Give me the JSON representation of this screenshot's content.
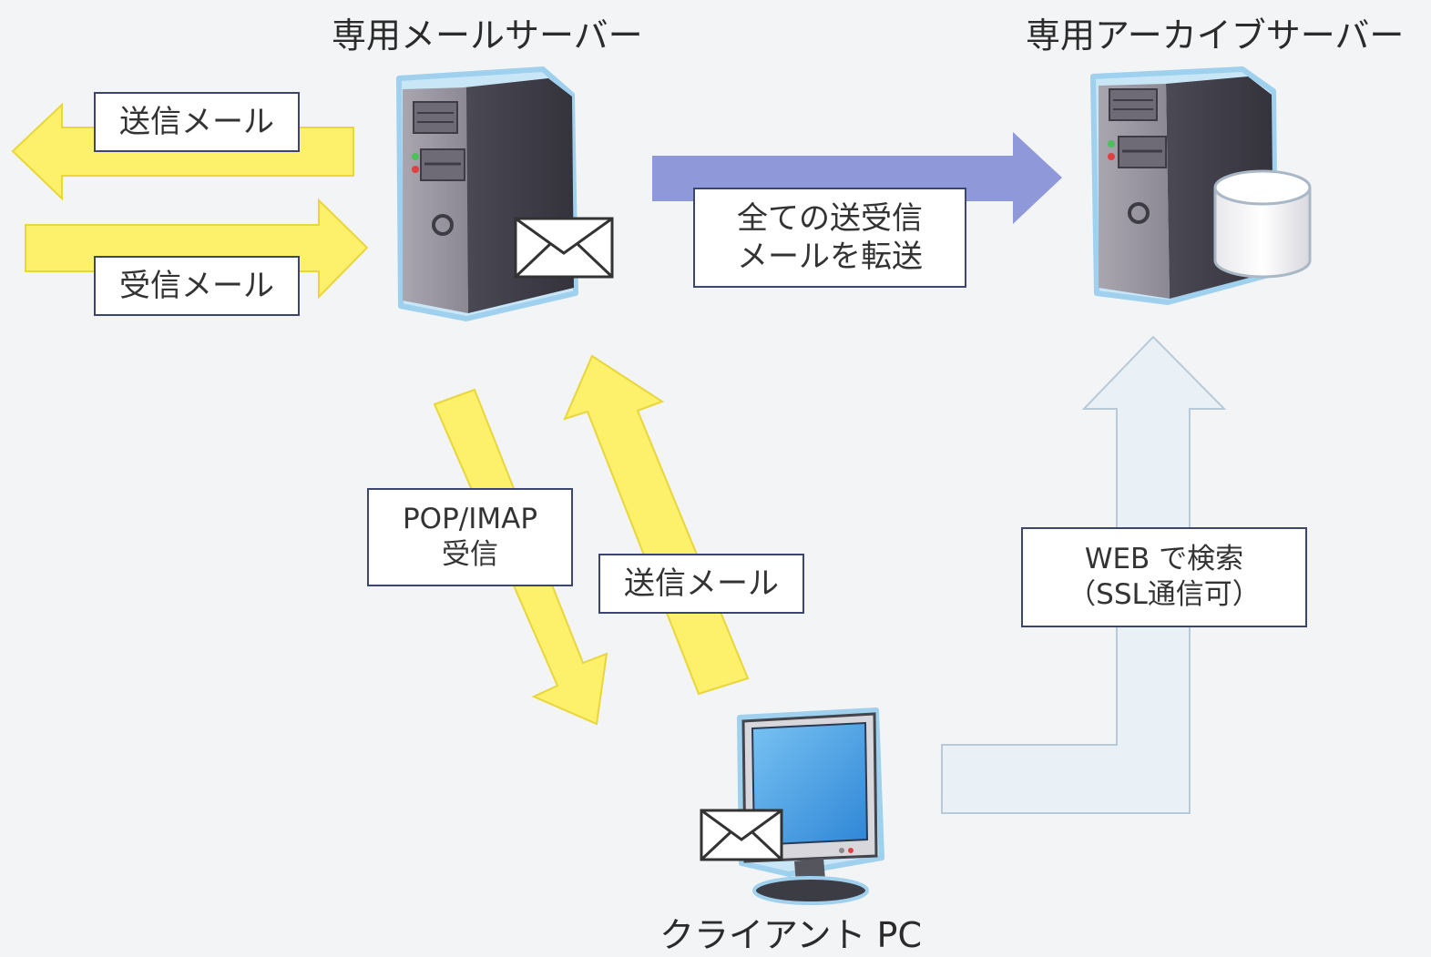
{
  "nodes": {
    "mail_server": {
      "title": "専用メールサーバー"
    },
    "archive_server": {
      "title": "専用アーカイブサーバー"
    },
    "client_pc": {
      "title": "クライアント PC"
    }
  },
  "labels": {
    "outgoing_mail": "送信メール",
    "incoming_mail": "受信メール",
    "forward_all": {
      "line1": "全ての送受信",
      "line2": "メールを転送"
    },
    "pop_imap": {
      "line1": "POP/IMAP",
      "line2": "受信"
    },
    "client_send": "送信メール",
    "web_search": {
      "line1": "WEB で検索",
      "line2": "（SSL通信可）"
    }
  },
  "colors": {
    "yellow_arrow": "#fdf06a",
    "yellow_arrow_edge": "#e9d63a",
    "blue_arrow": "#8f98d8",
    "pale_arrow": "#e9f1f6",
    "pale_arrow_edge": "#b8cad8",
    "box_border": "#3c4470",
    "server_body": "#8f8c96",
    "server_glow": "#9fd0ee",
    "screen": "#4aa0e4"
  },
  "icons": [
    "mail-server-icon",
    "archive-server-icon",
    "database-icon",
    "envelope-icon",
    "monitor-icon"
  ]
}
